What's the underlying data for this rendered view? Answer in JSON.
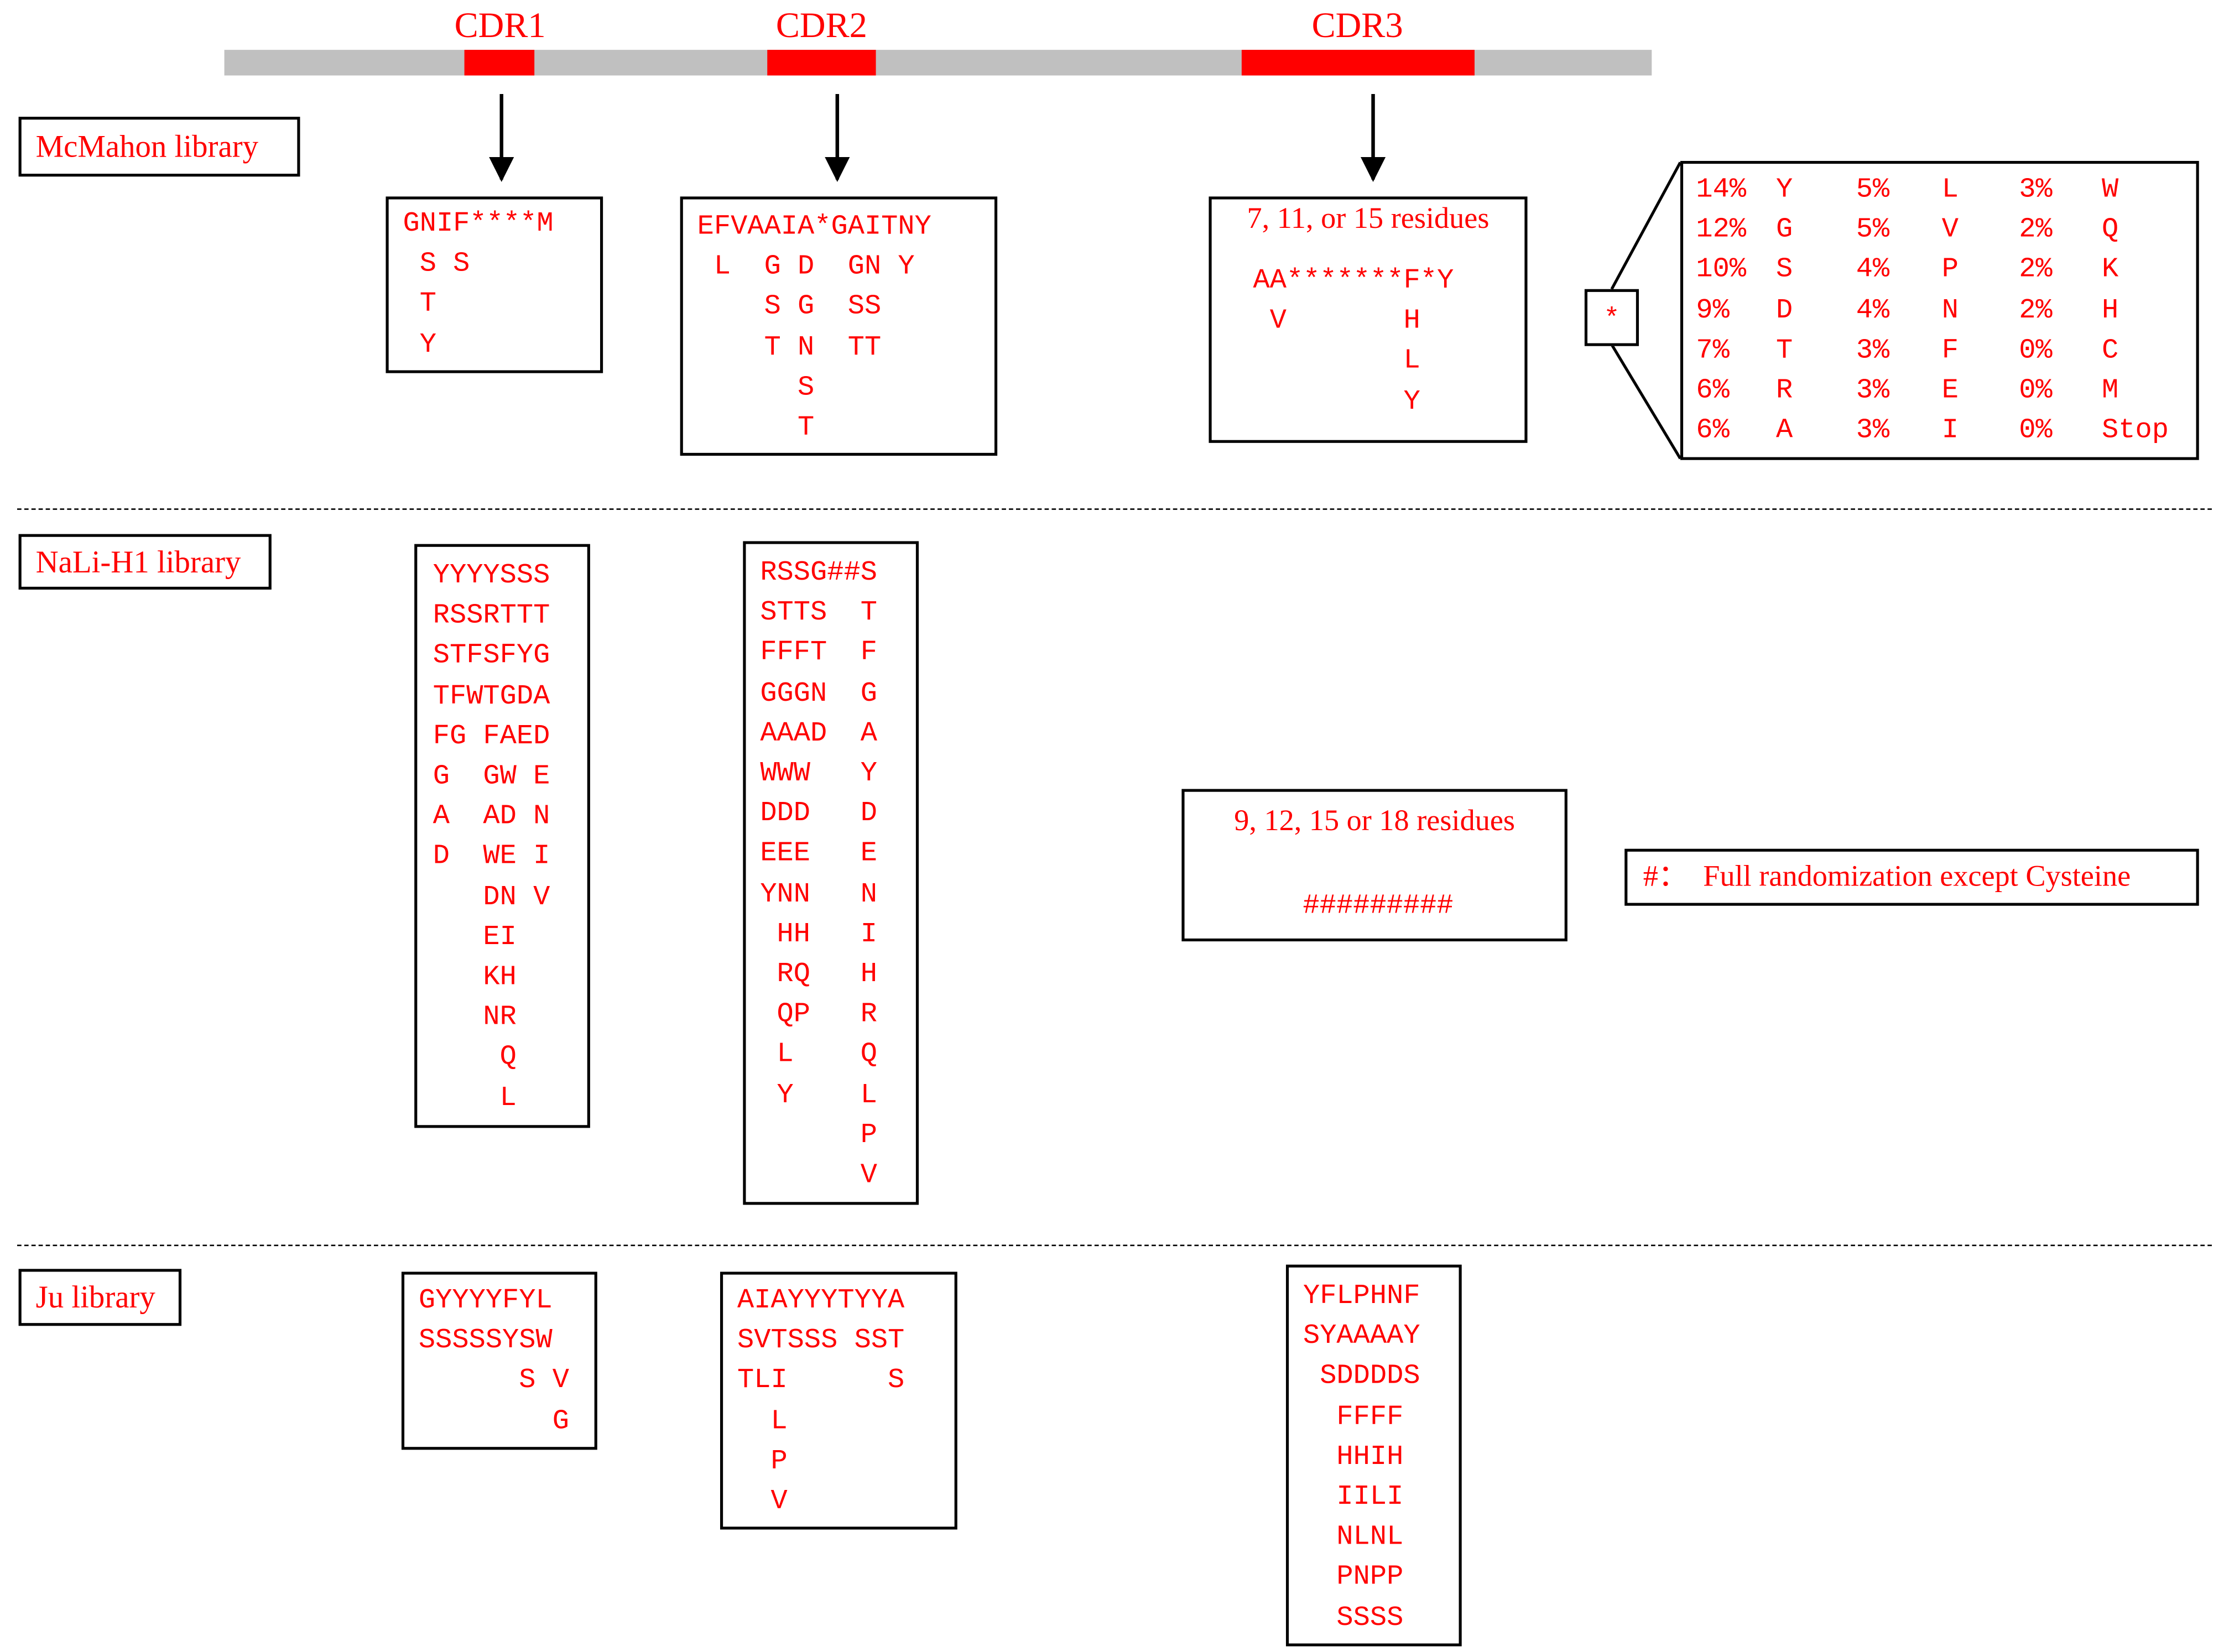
{
  "colors": {
    "accent": "#ff0000",
    "bar": "#c0c0c0",
    "line": "#000000"
  },
  "cdr_labels": [
    "CDR1",
    "CDR2",
    "CDR3"
  ],
  "libraries": {
    "mcmahon": {
      "label": "McMahon library",
      "cdr1": "GNIF****M\n S S\n T\n Y",
      "cdr2": "EFVAAIA*GAITNY\n L  G D  GN Y\n    S G  SS\n    T N  TT\n      S\n      T",
      "cdr3_caption": "7, 11, or 15 residues",
      "cdr3_seq": "AA*******F*Y\n V       H\n         L\n         Y",
      "star_symbol": "*",
      "star_table": [
        [
          "14%",
          "Y",
          "5%",
          "L",
          "3%",
          "W"
        ],
        [
          "12%",
          "G",
          "5%",
          "V",
          "2%",
          "Q"
        ],
        [
          "10%",
          "S",
          "4%",
          "P",
          "2%",
          "K"
        ],
        [
          "9%",
          "D",
          "4%",
          "N",
          "2%",
          "H"
        ],
        [
          "7%",
          "T",
          "3%",
          "F",
          "0%",
          "C"
        ],
        [
          "6%",
          "R",
          "3%",
          "E",
          "0%",
          "M"
        ],
        [
          "6%",
          "A",
          "3%",
          "I",
          "0%",
          "Stop"
        ]
      ]
    },
    "nali": {
      "label": "NaLi-H1 library",
      "cdr1": "YYYYSSS\nRSSRTTT\nSTFSFYG\nTFWTGDA\nFG FAED\nG  GW E\nA  AD N\nD  WE I\n   DN V\n   EI\n   KH\n   NR\n    Q\n    L",
      "cdr2": "RSSG##S\nSTTS  T\nFFFT  F\nGGGN  G\nAAAD  A\nWWW   Y\nDDD   D\nEEE   E\nYNN   N\n HH   I\n RQ   H\n QP   R\n L    Q\n Y    L\n      P\n      V",
      "cdr3_caption": "9, 12, 15 or 18 residues",
      "cdr3_seq": "#########",
      "hash_note": "#：  Full randomization except Cysteine"
    },
    "ju": {
      "label": "Ju library",
      "cdr1": "GYYYYFYL\nSSSSSYSW\n      S V\n        G",
      "cdr2": "AIAYYYTYYA\nSVTSSS SST\nTLI      S\n  L\n  P\n  V",
      "cdr3": "YFLPHNF\nSYAAAAY\n SDDDDS\n  FFFF\n  HHIH\n  IILI\n  NLNL\n  PNPP\n  SSSS"
    }
  }
}
